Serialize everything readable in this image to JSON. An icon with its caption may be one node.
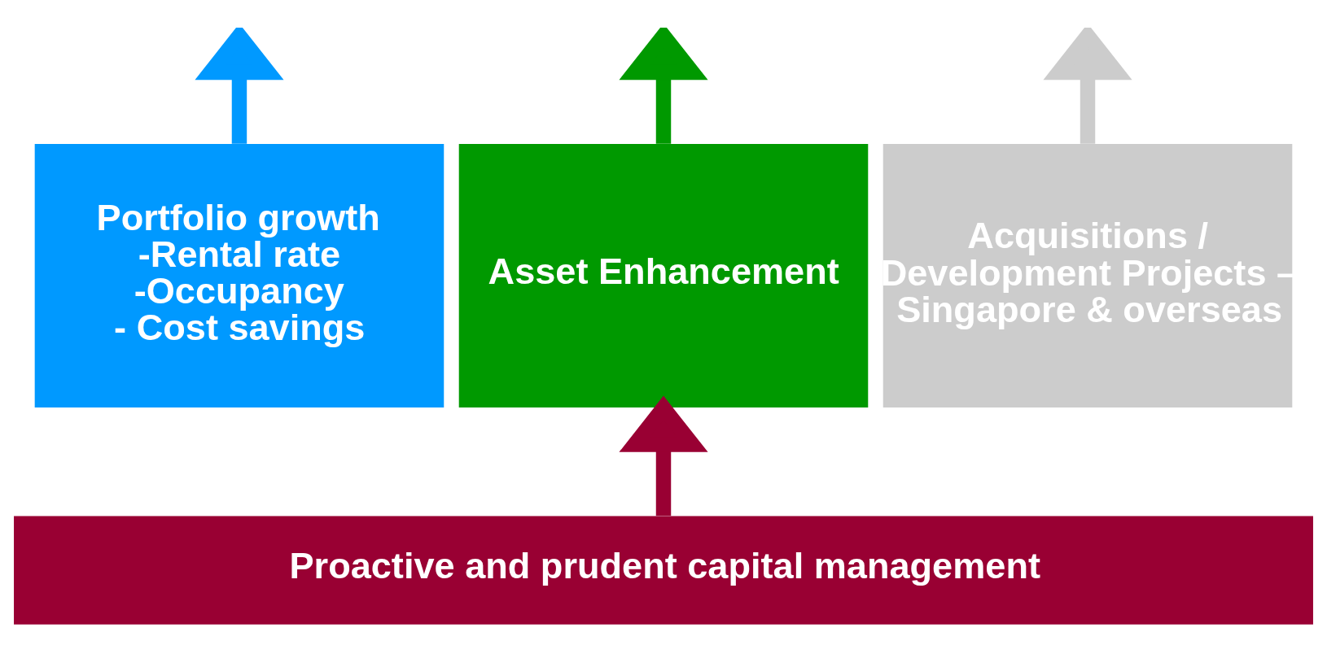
{
  "diagram": {
    "nodes": [
      {
        "text": [
          "Portfolio growth",
          "-Rental rate",
          "-Occupancy",
          "- Cost savings"
        ]
      },
      {
        "text": [
          "Asset Enhancement"
        ]
      },
      {
        "text": [
          "Acquisitions / Development Projects – Singapore & overseas"
        ]
      },
      {
        "text": [
          "Proactive and prudent capital management"
        ]
      }
    ],
    "edges": [
      {
        "from": 0,
        "to": null,
        "arrow": "to",
        "color": "#0099ff"
      },
      {
        "from": 1,
        "to": null,
        "arrow": "to",
        "color": "#009900"
      },
      {
        "from": 2,
        "to": null,
        "arrow": "to",
        "color": "#cccccc"
      },
      {
        "from": 3,
        "to": 1,
        "arrow": "to",
        "color": "#990033"
      }
    ]
  }
}
